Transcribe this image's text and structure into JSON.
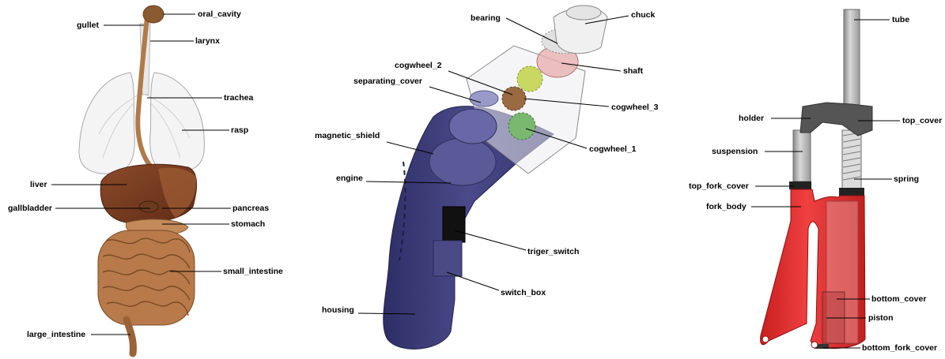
{
  "panels": [
    {
      "id": "anatomy",
      "labels": {
        "oral_cavity": "oral_cavity",
        "gullet": "gullet",
        "larynx": "larynx",
        "trachea": "trachea",
        "rasp": "rasp",
        "liver": "liver",
        "gallbladder": "gallbladder",
        "pancreas": "pancreas",
        "stomach": "stomach",
        "small_intestine": "small_intestine",
        "large_intestine": "large_intestine"
      }
    },
    {
      "id": "drill",
      "labels": {
        "bearing": "bearing",
        "chuck": "chuck",
        "shaft": "shaft",
        "cogwheel_2": "cogwheel_2",
        "separating_cover": "separating_cover",
        "cogwheel_3": "cogwheel_3",
        "magnetic_shield": "magnetic_shield",
        "cogwheel_1": "cogwheel_1",
        "engine": "engine",
        "triger_switch": "triger_switch",
        "switch_box": "switch_box",
        "housing": "housing"
      }
    },
    {
      "id": "fork",
      "labels": {
        "tube": "tube",
        "holder": "holder",
        "top_cover": "top_cover",
        "suspension": "suspension",
        "spring": "spring",
        "top_fork_cover": "top_fork_cover",
        "fork_body": "fork_body",
        "bottom_cover": "bottom_cover",
        "piston": "piston",
        "bottom_fork_cover": "bottom_fork_cover"
      }
    }
  ],
  "colors": {
    "organ_brown": "#a8673e",
    "liver": "#7a3d22",
    "lung_outline": "#b0b0b0",
    "drill_housing": "#40407a",
    "cog_green": "#6fa86a",
    "cog_yellow": "#c8d860",
    "fork_red": "#e83030",
    "fork_tube": "#bdbdbd",
    "holder_dark": "#555555"
  }
}
